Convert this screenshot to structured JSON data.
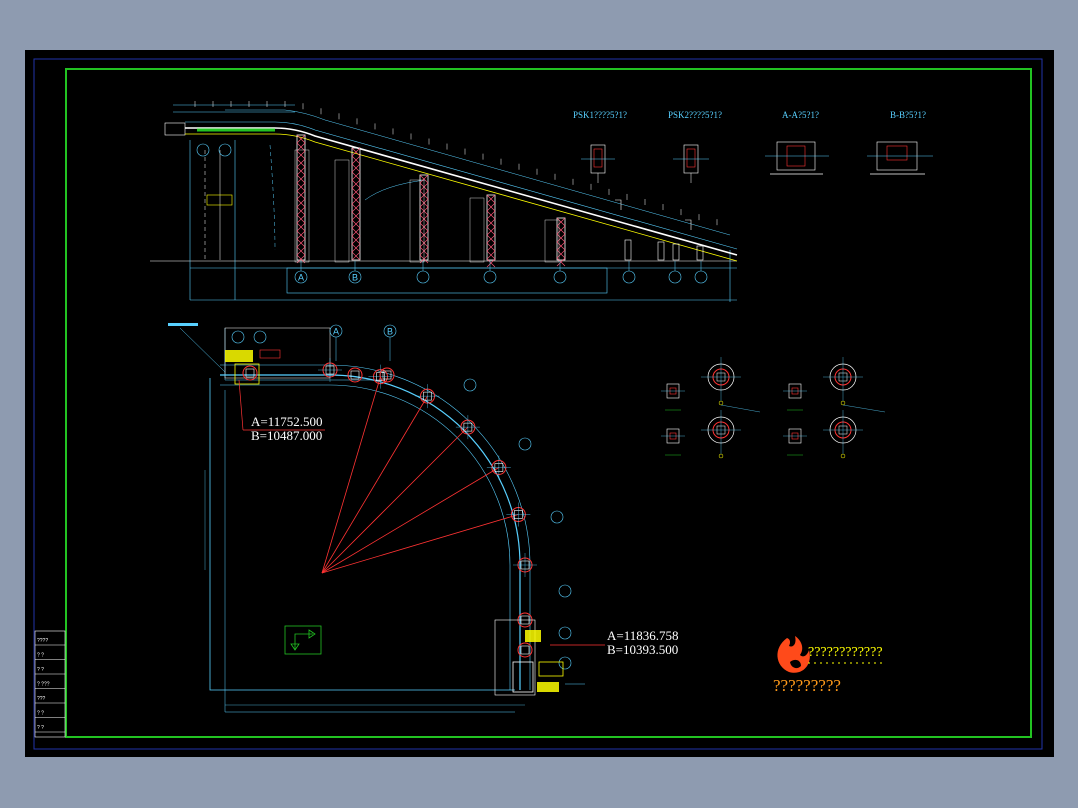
{
  "colors": {
    "background": "#8e9bb0",
    "sheet": "#000000",
    "border": "#22c322",
    "frame": "#2233aa",
    "line": "#58d0ff",
    "red": "#ff3333",
    "yellow": "#ffff00",
    "white": "#ffffff",
    "magenta": "#ff55ff"
  },
  "section_titles": [
    {
      "id": "psk1",
      "label": "PSK1????5?1?"
    },
    {
      "id": "psk2",
      "label": "PSK2????5?1?"
    },
    {
      "id": "aa",
      "label": "A-A?5?1?"
    },
    {
      "id": "bb",
      "label": "B-B?5?1?"
    }
  ],
  "elevation_bubbles": [
    "A",
    "B"
  ],
  "plan_bubbles": [
    "A",
    "B"
  ],
  "coordinates": [
    {
      "id": "coord-1",
      "a": "A=11752.500",
      "b": "B=10487.000"
    },
    {
      "id": "coord-2",
      "a": "A=11836.758",
      "b": "B=10393.500"
    }
  ],
  "logo": {
    "line1": "????????????",
    "line2": "?????????"
  },
  "title_block": [
    "????",
    "? ?",
    "? ?",
    "? ???",
    "???",
    "? ?",
    "? ?"
  ]
}
